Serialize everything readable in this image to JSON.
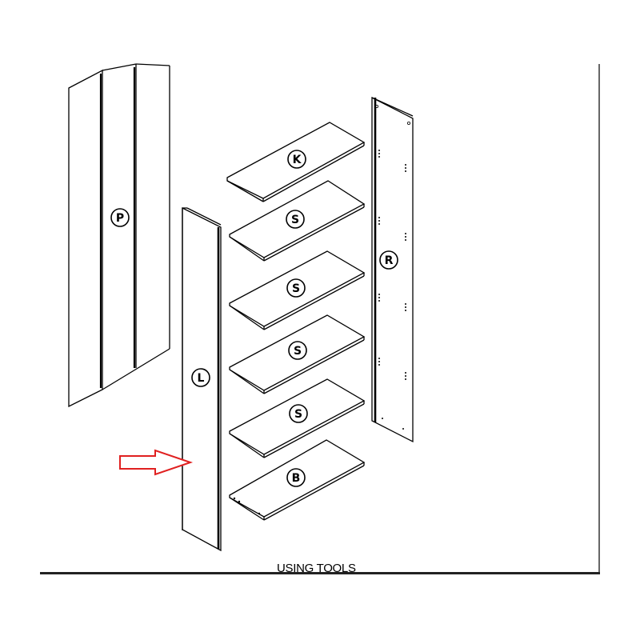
{
  "diagram": {
    "part_labels": {
      "p": "P",
      "l": "L",
      "k": "K",
      "s1": "S",
      "s2": "S",
      "s3": "S",
      "s4": "S",
      "b": "B",
      "r": "R"
    },
    "caption": "USING TOOLS",
    "colors": {
      "line": "#000000",
      "arrow": "#e02020",
      "background": "#ffffff"
    },
    "arrow_icon": "arrow-right-icon"
  }
}
